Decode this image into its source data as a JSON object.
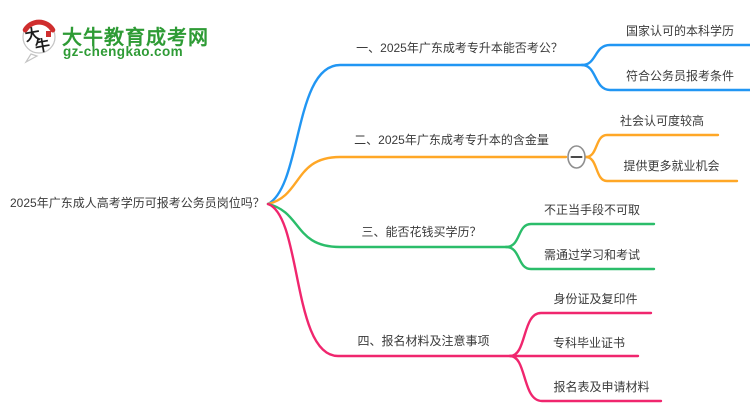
{
  "brand": {
    "name": "大牛教育成考网",
    "domain": "gz-chengkao.com",
    "logo_char1": "大",
    "logo_char2": "牛",
    "color": "#2e9b35"
  },
  "mindmap": {
    "root": {
      "label": "2025年广东成人高考学历可报考公务员岗位吗？"
    },
    "branches": [
      {
        "label": "一、2025年广东成考专升本能否考公？",
        "color": "#2196f3",
        "children": [
          {
            "label": "国家认可的本科学历"
          },
          {
            "label": "符合公务员报考条件"
          }
        ]
      },
      {
        "label": "二、2025年广东成考专升本的含金量",
        "color": "#ffa726",
        "has_collapse_toggle": true,
        "children": [
          {
            "label": "社会认可度较高"
          },
          {
            "label": "提供更多就业机会"
          }
        ]
      },
      {
        "label": "三、能否花钱买学历？",
        "color": "#2bbd6a",
        "children": [
          {
            "label": "不正当手段不可取"
          },
          {
            "label": "需通过学习和考试"
          }
        ]
      },
      {
        "label": "四、报名材料及注意事项",
        "color": "#f0266e",
        "children": [
          {
            "label": "身份证及复印件"
          },
          {
            "label": "专科毕业证书"
          },
          {
            "label": "报名表及申请材料"
          }
        ]
      }
    ]
  }
}
